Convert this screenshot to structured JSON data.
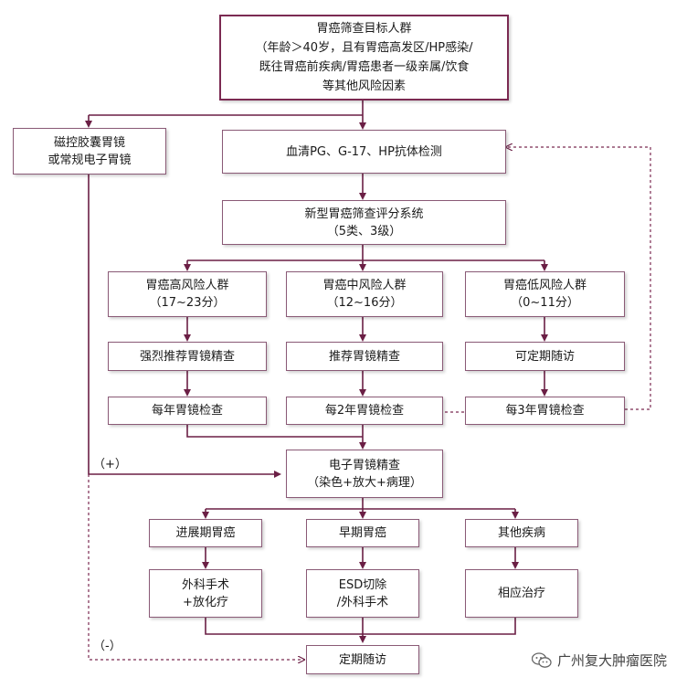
{
  "nodes": {
    "target": {
      "lines": [
        "胃癌筛查目标人群",
        "（年龄＞40岁，且有胃癌高发区/HP感染/",
        "既往胃癌前疾病/胃癌患者一级亲属/饮食",
        "等其他风险因素"
      ]
    },
    "capsule": {
      "lines": [
        "磁控胶囊胃镜",
        "或常规电子胃镜"
      ]
    },
    "serum": {
      "lines": [
        "血清PG、G-17、HP抗体检测"
      ]
    },
    "scoring": {
      "lines": [
        "新型胃癌筛查评分系统",
        "（5类、3级）"
      ]
    },
    "high": {
      "lines": [
        "胃癌高风险人群",
        "（17~23分）"
      ]
    },
    "mid": {
      "lines": [
        "胃癌中风险人群",
        "（12~16分）"
      ]
    },
    "low": {
      "lines": [
        "胃癌低风险人群",
        "（0~11分）"
      ]
    },
    "strong_rec": {
      "lines": [
        "强烈推荐胃镜精查"
      ]
    },
    "rec": {
      "lines": [
        "推荐胃镜精查"
      ]
    },
    "regular": {
      "lines": [
        "可定期随访"
      ]
    },
    "yearly": {
      "lines": [
        "每年胃镜检查"
      ]
    },
    "two_year": {
      "lines": [
        "每2年胃镜检查"
      ]
    },
    "three_year": {
      "lines": [
        "每3年胃镜检查"
      ]
    },
    "fine_exam": {
      "lines": [
        "电子胃镜精查",
        "（染色+放大+病理）"
      ]
    },
    "advanced": {
      "lines": [
        "进展期胃癌"
      ]
    },
    "early": {
      "lines": [
        "早期胃癌"
      ]
    },
    "other": {
      "lines": [
        "其他疾病"
      ]
    },
    "surgery": {
      "lines": [
        "外科手术",
        "+放化疗"
      ]
    },
    "esd": {
      "lines": [
        "ESD切除",
        "/外科手术"
      ]
    },
    "treatment": {
      "lines": [
        "相应治疗"
      ]
    },
    "followup": {
      "lines": [
        "定期随访"
      ]
    }
  },
  "labels": {
    "positive": "（+）",
    "negative": "（-）"
  },
  "watermark": {
    "text": "广州复大肿瘤医院",
    "icon": "wechat-icon"
  },
  "colors": {
    "line": "#6b1f45",
    "border": "#8a5a76",
    "main_border": "#7b2a52",
    "dashed": "#7b2a52"
  }
}
